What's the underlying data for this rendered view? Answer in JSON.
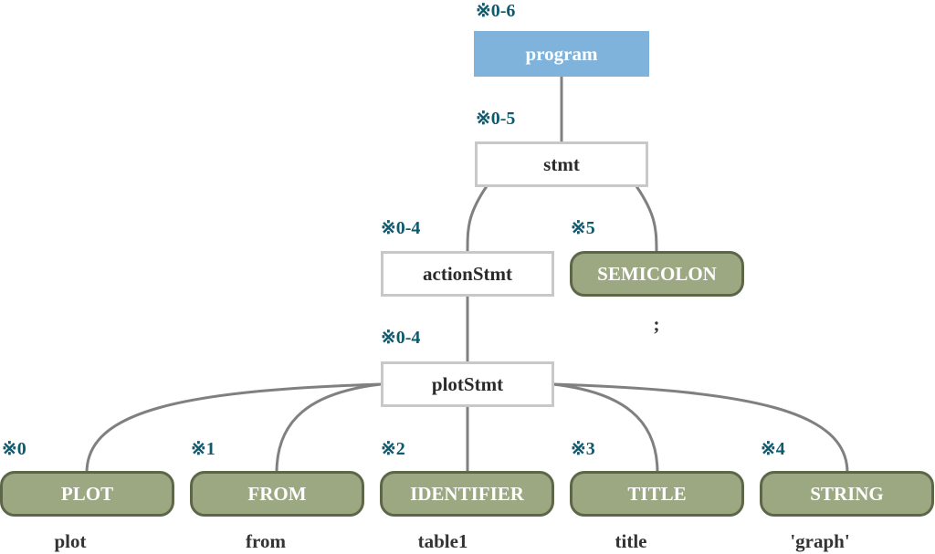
{
  "nodes": {
    "program": {
      "label": "program",
      "range": "※0-6"
    },
    "stmt": {
      "label": "stmt",
      "range": "※0-5"
    },
    "actionStmt": {
      "label": "actionStmt",
      "range": "※0-4"
    },
    "semicolon": {
      "label": "SEMICOLON",
      "range": "※5",
      "lexeme": ";"
    },
    "plotStmt": {
      "label": "plotStmt",
      "range": "※0-4"
    },
    "plot": {
      "label": "PLOT",
      "range": "※0",
      "lexeme": "plot"
    },
    "from": {
      "label": "FROM",
      "range": "※1",
      "lexeme": "from"
    },
    "identifier": {
      "label": "IDENTIFIER",
      "range": "※2",
      "lexeme": "table1"
    },
    "title": {
      "label": "TITLE",
      "range": "※3",
      "lexeme": "title"
    },
    "string": {
      "label": "STRING",
      "range": "※4",
      "lexeme": "'graph'"
    }
  },
  "colors": {
    "root_fill": "#7fb3db",
    "rule_border": "#c8c8c8",
    "token_fill": "#9ba882",
    "token_border": "#5e6648",
    "edge": "#808080",
    "range_text": "#0e5a6e"
  }
}
